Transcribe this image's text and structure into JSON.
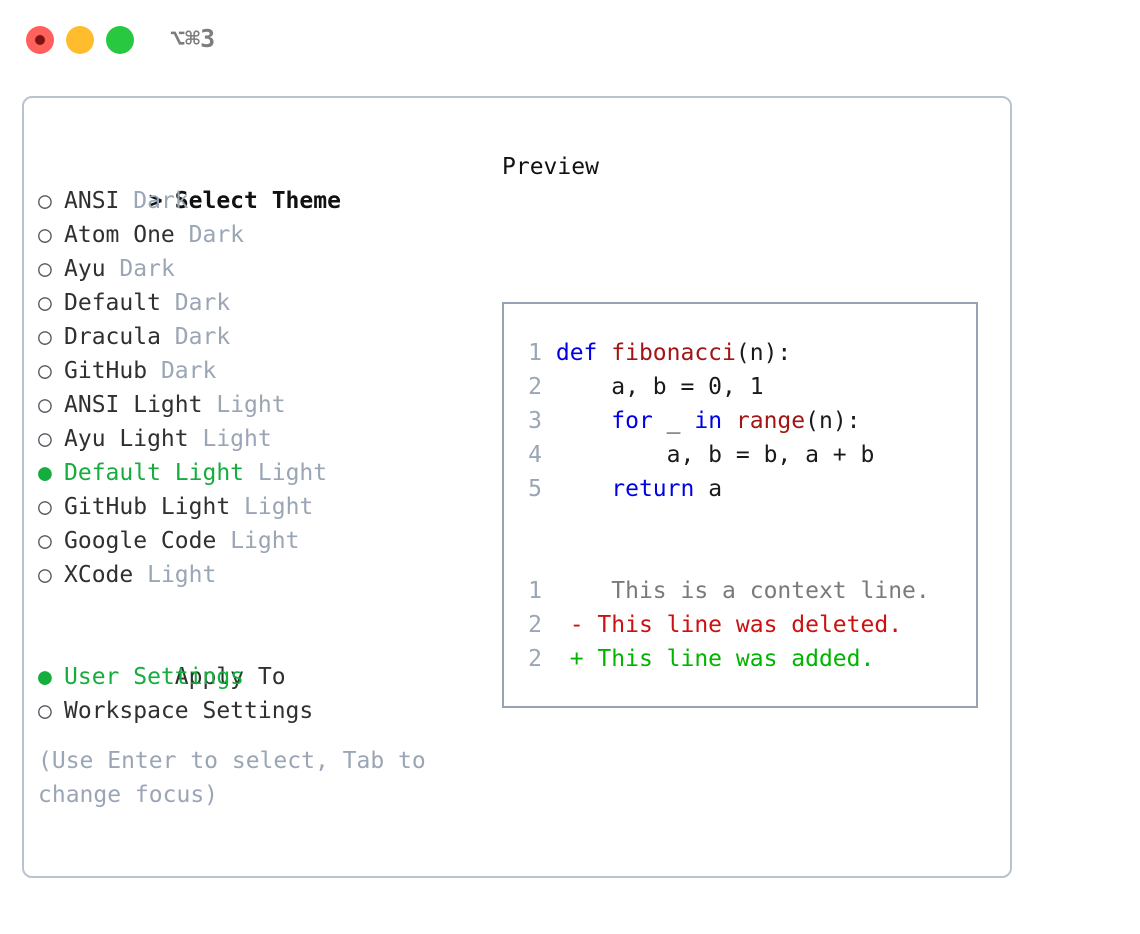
{
  "titlebar": {
    "shortcut": "⌥⌘3",
    "buttons": [
      {
        "name": "close",
        "color": "#ff605c"
      },
      {
        "name": "minimize",
        "color": "#ffbd2e"
      },
      {
        "name": "maximize",
        "color": "#28c840"
      }
    ]
  },
  "colors": {
    "accent_green": "#14ad3e",
    "dim": "#9aa5b5",
    "text": "#303030",
    "panel_border": "#b9c2ce",
    "preview_border": "#95a3b4",
    "keyword_blue": "#0000e6",
    "function_red": "#a31515",
    "diff_delete": "#cc1111",
    "diff_add": "#00b400"
  },
  "theme_picker": {
    "heading": "Select Theme",
    "heading_prefix": ">",
    "marker_selected": "●",
    "marker_unselected": "○",
    "items": [
      {
        "label": "ANSI",
        "tag": "Dark",
        "selected": false
      },
      {
        "label": "Atom One",
        "tag": "Dark",
        "selected": false
      },
      {
        "label": "Ayu",
        "tag": "Dark",
        "selected": false
      },
      {
        "label": "Default",
        "tag": "Dark",
        "selected": false
      },
      {
        "label": "Dracula",
        "tag": "Dark",
        "selected": false
      },
      {
        "label": "GitHub",
        "tag": "Dark",
        "selected": false
      },
      {
        "label": "ANSI Light",
        "tag": "Light",
        "selected": false
      },
      {
        "label": "Ayu Light",
        "tag": "Light",
        "selected": false
      },
      {
        "label": "Default Light",
        "tag": "Light",
        "selected": true
      },
      {
        "label": "GitHub Light",
        "tag": "Light",
        "selected": false
      },
      {
        "label": "Google Code",
        "tag": "Light",
        "selected": false
      },
      {
        "label": "XCode",
        "tag": "Light",
        "selected": false
      }
    ]
  },
  "apply_to": {
    "heading": "Apply To",
    "items": [
      {
        "label": "User Settings",
        "selected": true
      },
      {
        "label": "Workspace Settings",
        "selected": false
      }
    ]
  },
  "hint": "(Use Enter to select, Tab to change focus)",
  "preview": {
    "title": "Preview",
    "code_lines": [
      {
        "num": "1",
        "tokens": [
          {
            "t": "def ",
            "c": "kw"
          },
          {
            "t": "fibonacci",
            "c": "fn"
          },
          {
            "t": "(n):",
            "c": "txt"
          }
        ]
      },
      {
        "num": "2",
        "tokens": [
          {
            "t": "    a, b = 0, 1",
            "c": "txt"
          }
        ]
      },
      {
        "num": "3",
        "tokens": [
          {
            "t": "    ",
            "c": "txt"
          },
          {
            "t": "for",
            "c": "kw"
          },
          {
            "t": " _ ",
            "c": "txt"
          },
          {
            "t": "in ",
            "c": "kw"
          },
          {
            "t": "range",
            "c": "bi"
          },
          {
            "t": "(n):",
            "c": "txt"
          }
        ]
      },
      {
        "num": "4",
        "tokens": [
          {
            "t": "        a, b = b, a + b",
            "c": "txt"
          }
        ]
      },
      {
        "num": "5",
        "tokens": [
          {
            "t": "    ",
            "c": "txt"
          },
          {
            "t": "return",
            "c": "kw"
          },
          {
            "t": " a",
            "c": "txt"
          }
        ]
      }
    ],
    "diff_lines": [
      {
        "num": "1",
        "sign": " ",
        "text": "  This is a context line.",
        "kind": "ctx"
      },
      {
        "num": "2",
        "sign": "-",
        "text": " This line was deleted.",
        "kind": "del"
      },
      {
        "num": "2",
        "sign": "+",
        "text": " This line was added.",
        "kind": "add"
      }
    ]
  }
}
